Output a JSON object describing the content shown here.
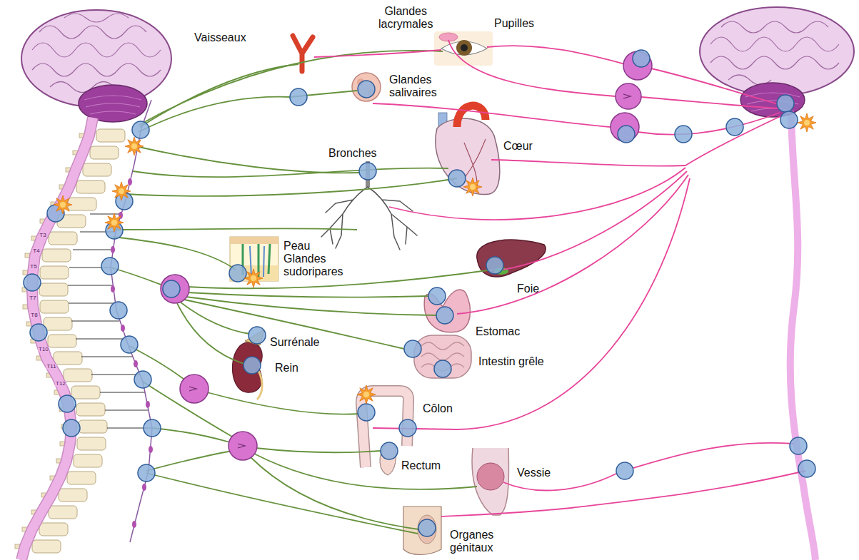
{
  "diagram": {
    "labels": [
      "Vaisseaux",
      "Glandes lacrymales",
      "Pupilles",
      "Glandes salivaires",
      "Bronches",
      "Cœur",
      "Peau",
      "Glandes sudoripares",
      "Foie",
      "Estomac",
      "Surrénale",
      "Intestin grêle",
      "Rein",
      "Côlon",
      "Rectum",
      "Vessie",
      "Organes génitaux",
      "T3",
      "T4",
      "T5",
      "T7",
      "T8",
      "T10",
      "T11",
      "T12"
    ]
  }
}
